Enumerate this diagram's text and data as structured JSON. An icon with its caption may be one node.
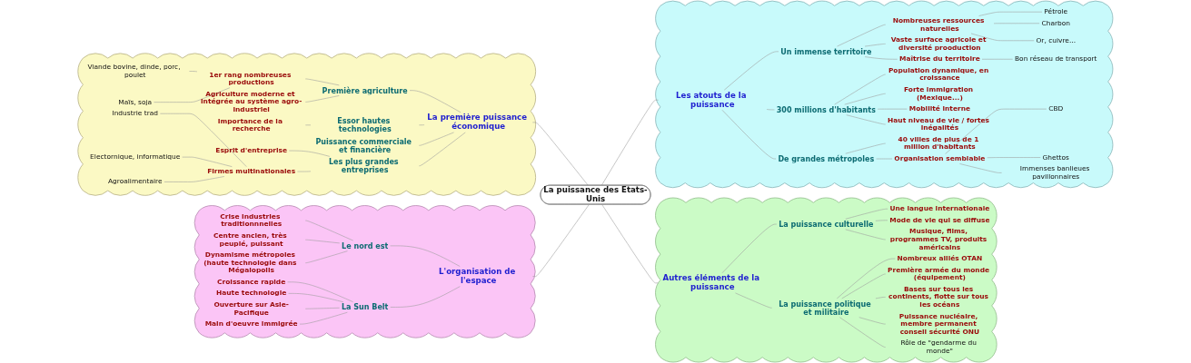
{
  "diagram": {
    "nodes": [
      {
        "text": [
          "La puissance des Etats-Unis"
        ]
      },
      {
        "text": [],
        "shape": "cloud"
      },
      {
        "text": [
          "La première puissance économique"
        ],
        "in": 1
      },
      {
        "text": [
          "Première agriculture"
        ],
        "in": 1
      },
      {
        "text": [
          "1er rang nombreuses productions"
        ],
        "in": 1
      },
      {
        "text": [
          "Viande bovine, dinde, porc, poulet"
        ],
        "in": 1
      },
      {
        "text": [
          "Maïs, soja"
        ],
        "in": 1
      },
      {
        "text": [
          "Agriculture moderne et intégrée au système agro-industriel"
        ],
        "in": 1
      },
      {
        "text": [
          "Essor hautes technologies"
        ],
        "in": 1
      },
      {
        "text": [
          "Importance de la recherche"
        ],
        "in": 1
      },
      {
        "text": [
          "Puissance commerciale et financière"
        ],
        "in": 1
      },
      {
        "text": [
          "Les plus grandes entreprises"
        ],
        "in": 1
      },
      {
        "text": [
          "Esprit d'entreprise"
        ],
        "in": 1
      },
      {
        "text": [
          "Firmes multinationales"
        ],
        "in": 1
      },
      {
        "text": [
          "Industrie trad"
        ],
        "in": 1
      },
      {
        "text": [
          "Electornique, informatique"
        ],
        "in": 1
      },
      {
        "text": [
          "Agroalimentaire"
        ],
        "in": 1
      },
      {
        "text": [],
        "shape": "cloud"
      },
      {
        "text": [
          "L'organisation de l'espace"
        ],
        "in": 17
      },
      {
        "text": [
          "Le nord est"
        ],
        "in": 17
      },
      {
        "text": [
          "Crise industries traditionnnelles"
        ],
        "in": 17
      },
      {
        "text": [
          "Centre ancien, très peuplé, puissant"
        ],
        "in": 17
      },
      {
        "text": [
          "Dynamisme métropoles (haute technologie dans Mégalopolis"
        ],
        "in": 17
      },
      {
        "text": [
          "La Sun Belt"
        ],
        "in": 17
      },
      {
        "text": [
          "Croissance rapide"
        ],
        "in": 17
      },
      {
        "text": [
          "Haute technologie"
        ],
        "in": 17
      },
      {
        "text": [
          "Ouverture sur Asie-Pacifique"
        ],
        "in": 17
      },
      {
        "text": [
          "Main d'oeuvre immigrée"
        ],
        "in": 17
      },
      {
        "text": [],
        "shape": "cloud"
      },
      {
        "text": [
          "Les atouts de la puissance"
        ],
        "in": 28
      },
      {
        "text": [
          "Un immense territoire"
        ],
        "in": 28
      },
      {
        "text": [
          "Nombreuses ressources naturelles"
        ],
        "in": 28
      },
      {
        "text": [
          "Pétrole"
        ],
        "in": 28
      },
      {
        "text": [
          "Charbon"
        ],
        "in": 28
      },
      {
        "text": [
          "Or, cuivre..."
        ],
        "in": 28
      },
      {
        "text": [
          "Vaste surface agricole et diversité prooduction"
        ],
        "in": 28
      },
      {
        "text": [
          "Maîtrise du territoire"
        ],
        "in": 28
      },
      {
        "text": [
          "Bon réseau de transport"
        ],
        "in": 28
      },
      {
        "text": [
          "300 millions d'habitants"
        ],
        "in": 28
      },
      {
        "text": [
          "Population dynamique, en croissance"
        ],
        "in": 28
      },
      {
        "text": [
          "Forte immigration (Mexique...)"
        ],
        "in": 28
      },
      {
        "text": [
          "Mobilité interne"
        ],
        "in": 28
      },
      {
        "text": [
          "Haut niveau de vie / fortes inégalités"
        ],
        "in": 28
      },
      {
        "text": [
          "De grandes métropoles"
        ],
        "in": 28
      },
      {
        "text": [
          "40 villes de plus de 1 million d'habitants"
        ],
        "in": 28
      },
      {
        "text": [
          "Organisation semblable"
        ],
        "in": 28
      },
      {
        "text": [
          "CBD"
        ],
        "in": 28
      },
      {
        "text": [
          "Ghettos"
        ],
        "in": 28
      },
      {
        "text": [
          "Immenses banlieues pavillonnaires"
        ],
        "in": 28
      },
      {
        "text": [],
        "shape": "cloud"
      },
      {
        "text": [
          "Autres éléments de la puissance"
        ],
        "in": 49
      },
      {
        "text": [
          "La puissance culturelle"
        ],
        "in": 49
      },
      {
        "text": [
          "Une langue internationale"
        ],
        "in": 49
      },
      {
        "text": [
          "Mode de vie qui se diffuse"
        ],
        "in": 49
      },
      {
        "text": [
          "Musique, films, programmes TV, produits américains"
        ],
        "in": 49
      },
      {
        "text": [
          "La puissance politique et militaire"
        ],
        "in": 49
      },
      {
        "text": [
          "Nombreux alliés OTAN"
        ],
        "in": 49
      },
      {
        "text": [
          "Première armée du monde (équipement)"
        ],
        "in": 49
      },
      {
        "text": [
          "Bases sur tous les continents, flotte sur tous les océans"
        ],
        "in": 49
      },
      {
        "text": [
          "Puissance nucléaire, membre permanent conseil sécurité ONU"
        ],
        "in": 49
      },
      {
        "text": [
          "Rôle de \"gendarme du monde\""
        ],
        "in": 49
      }
    ],
    "edges": [
      {
        "from": 2,
        "to": 0,
        "arrow": "none"
      },
      {
        "from": 3,
        "to": 2,
        "arrow": "none"
      },
      {
        "from": 4,
        "to": 3,
        "arrow": "none"
      },
      {
        "from": 5,
        "to": 4,
        "arrow": "none"
      },
      {
        "from": 6,
        "to": 4,
        "arrow": "none"
      },
      {
        "from": 7,
        "to": 3,
        "arrow": "none"
      },
      {
        "from": 8,
        "to": 2,
        "arrow": "none"
      },
      {
        "from": 9,
        "to": 8,
        "arrow": "none"
      },
      {
        "from": 10,
        "to": 2,
        "arrow": "none"
      },
      {
        "from": 11,
        "to": 2,
        "arrow": "none"
      },
      {
        "from": 12,
        "to": 11,
        "arrow": "none"
      },
      {
        "from": 13,
        "to": 11,
        "arrow": "none"
      },
      {
        "from": 14,
        "to": 13,
        "arrow": "none"
      },
      {
        "from": 15,
        "to": 13,
        "arrow": "none"
      },
      {
        "from": 16,
        "to": 13,
        "arrow": "none"
      },
      {
        "from": 18,
        "to": 0,
        "arrow": "none"
      },
      {
        "from": 19,
        "to": 18,
        "arrow": "none"
      },
      {
        "from": 20,
        "to": 19,
        "arrow": "none"
      },
      {
        "from": 21,
        "to": 19,
        "arrow": "none"
      },
      {
        "from": 22,
        "to": 19,
        "arrow": "none"
      },
      {
        "from": 23,
        "to": 18,
        "arrow": "none"
      },
      {
        "from": 24,
        "to": 23,
        "arrow": "none"
      },
      {
        "from": 25,
        "to": 23,
        "arrow": "none"
      },
      {
        "from": 26,
        "to": 23,
        "arrow": "none"
      },
      {
        "from": 27,
        "to": 23,
        "arrow": "none"
      },
      {
        "from": 0,
        "to": 29,
        "arrow": "none"
      },
      {
        "from": 29,
        "to": 30,
        "arrow": "none"
      },
      {
        "from": 30,
        "to": 31,
        "arrow": "none"
      },
      {
        "from": 31,
        "to": 32,
        "arrow": "none"
      },
      {
        "from": 31,
        "to": 33,
        "arrow": "none"
      },
      {
        "from": 31,
        "to": 34,
        "arrow": "none"
      },
      {
        "from": 30,
        "to": 35,
        "arrow": "none"
      },
      {
        "from": 30,
        "to": 36,
        "arrow": "none"
      },
      {
        "from": 36,
        "to": 37,
        "arrow": "none"
      },
      {
        "from": 29,
        "to": 38,
        "arrow": "none"
      },
      {
        "from": 38,
        "to": 39,
        "arrow": "none"
      },
      {
        "from": 38,
        "to": 40,
        "arrow": "none"
      },
      {
        "from": 38,
        "to": 41,
        "arrow": "none"
      },
      {
        "from": 38,
        "to": 42,
        "arrow": "none"
      },
      {
        "from": 29,
        "to": 43,
        "arrow": "none"
      },
      {
        "from": 43,
        "to": 44,
        "arrow": "none"
      },
      {
        "from": 43,
        "to": 45,
        "arrow": "none"
      },
      {
        "from": 45,
        "to": 46,
        "arrow": "none"
      },
      {
        "from": 45,
        "to": 47,
        "arrow": "none"
      },
      {
        "from": 45,
        "to": 48,
        "arrow": "none"
      },
      {
        "from": 0,
        "to": 50,
        "arrow": "none"
      },
      {
        "from": 50,
        "to": 51,
        "arrow": "none"
      },
      {
        "from": 51,
        "to": 52,
        "arrow": "none"
      },
      {
        "from": 51,
        "to": 53,
        "arrow": "none"
      },
      {
        "from": 51,
        "to": 54,
        "arrow": "none"
      },
      {
        "from": 50,
        "to": 55,
        "arrow": "none"
      },
      {
        "from": 55,
        "to": 56,
        "arrow": "none"
      },
      {
        "from": 55,
        "to": 57,
        "arrow": "none"
      },
      {
        "from": 55,
        "to": 58,
        "arrow": "none"
      },
      {
        "from": 55,
        "to": 59,
        "arrow": "none"
      },
      {
        "from": 55,
        "to": 60,
        "arrow": "none"
      }
    ]
  }
}
